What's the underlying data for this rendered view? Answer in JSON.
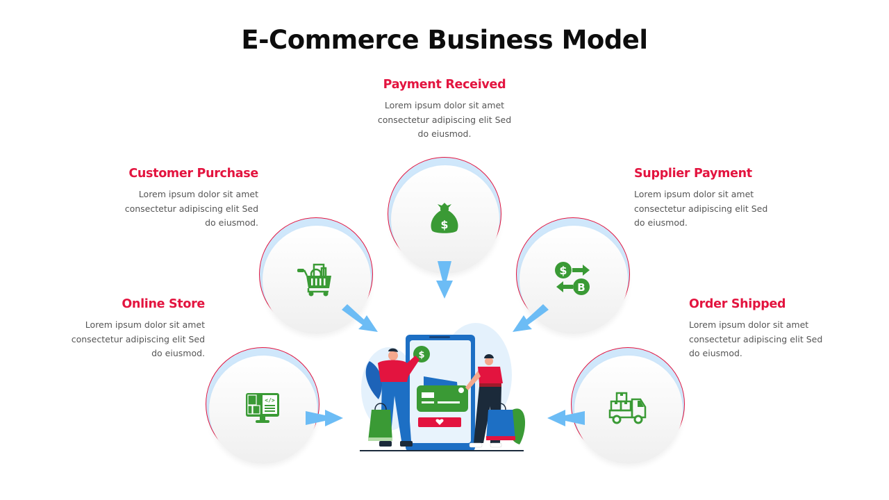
{
  "title": "E-Commerce Business Model",
  "colors": {
    "heading": "#e3143f",
    "icon_green": "#3a9a35",
    "arrow_blue": "#6cbcf5",
    "ring_red": "#e3143f",
    "ring_blue": "#cfe7fb"
  },
  "steps": [
    {
      "heading": "Online Store",
      "desc_lines": [
        "Lorem ipsum dolor sit amet",
        "consectetur adipiscing elit Sed",
        "do eiusmod."
      ],
      "icon": "online-store-monitor-icon"
    },
    {
      "heading": "Customer Purchase",
      "desc_lines": [
        "Lorem ipsum dolor sit amet",
        "consectetur adipiscing elit Sed",
        "do eiusmod."
      ],
      "icon": "shopping-cart-icon"
    },
    {
      "heading": "Payment Received",
      "desc_lines": [
        "Lorem ipsum dolor sit amet",
        "consectetur adipiscing elit Sed",
        "do eiusmod."
      ],
      "icon": "money-bag-icon"
    },
    {
      "heading": "Supplier Payment",
      "desc_lines": [
        "Lorem ipsum dolor sit amet",
        "consectetur adipiscing elit Sed",
        "do eiusmod."
      ],
      "icon": "currency-exchange-icon"
    },
    {
      "heading": "Order Shipped",
      "desc_lines": [
        "Lorem ipsum dolor sit amet",
        "consectetur adipiscing elit Sed",
        "do eiusmod."
      ],
      "icon": "delivery-truck-icon"
    }
  ],
  "center_illustration": "online-shopping-illustration"
}
